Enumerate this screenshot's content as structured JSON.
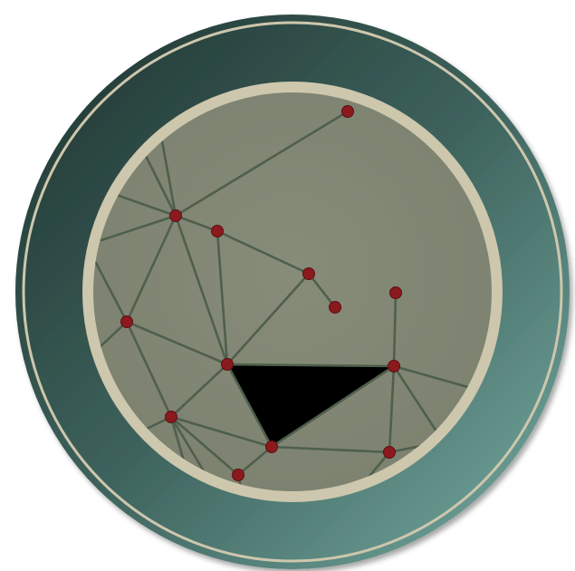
{
  "game": {
    "board_style": "circular-porthole",
    "colors": {
      "outer_ring_dark": "#1f3330",
      "outer_ring_mid": "#3d625c",
      "outer_ring_light": "#77aca3",
      "cream_ring": "#cdc7ad",
      "board_fill": "#828774",
      "edge_line": "#4f5f4d",
      "node_fill": "#8b1a1e",
      "node_stroke": "#5e0e12",
      "filled_region": "#000000"
    },
    "nodes": [
      {
        "id": "n1"
      },
      {
        "id": "n2"
      },
      {
        "id": "n3"
      },
      {
        "id": "n4"
      },
      {
        "id": "n5"
      },
      {
        "id": "n6"
      },
      {
        "id": "n7"
      },
      {
        "id": "n8"
      },
      {
        "id": "n9"
      },
      {
        "id": "n10"
      },
      {
        "id": "n11"
      },
      {
        "id": "n12"
      },
      {
        "id": "n13"
      }
    ],
    "edges": [
      [
        "n1",
        "n2"
      ],
      [
        "n2",
        "n3"
      ],
      [
        "n2",
        "n6"
      ],
      [
        "n2",
        "n8"
      ],
      [
        "n3",
        "n4"
      ],
      [
        "n3",
        "n8"
      ],
      [
        "n4",
        "n5"
      ],
      [
        "n4",
        "n8"
      ],
      [
        "n6",
        "n8"
      ],
      [
        "n6",
        "n10"
      ],
      [
        "n7",
        "n9"
      ],
      [
        "n8",
        "n9"
      ],
      [
        "n8",
        "n10"
      ],
      [
        "n8",
        "n11"
      ],
      [
        "n9",
        "n11"
      ],
      [
        "n9",
        "n12"
      ],
      [
        "n10",
        "n11"
      ],
      [
        "n10",
        "n13"
      ],
      [
        "n11",
        "n12"
      ],
      [
        "n11",
        "n13"
      ]
    ],
    "filled_regions": [
      {
        "id": "region-1",
        "vertices": [
          "n8",
          "n9",
          "n11"
        ]
      }
    ]
  }
}
